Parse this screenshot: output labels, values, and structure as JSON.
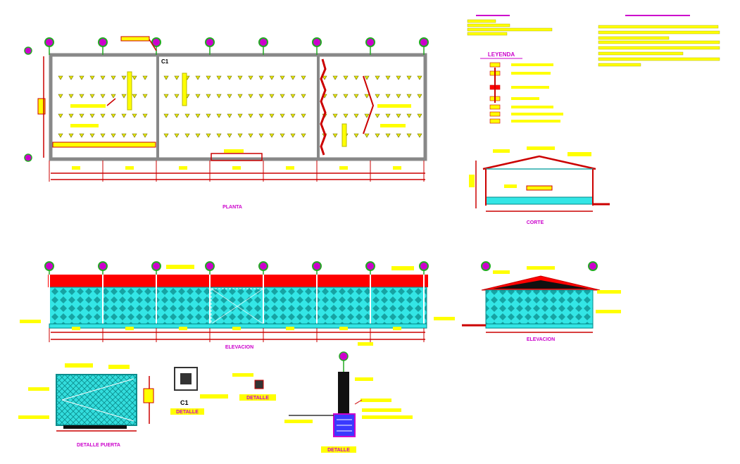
{
  "labels": {
    "plan_title": "PLANTA",
    "front_elev_title": "ELEVACION",
    "side_section_title": "CORTE",
    "side_elev_title": "ELEVACION",
    "door_detail_title": "DETALLE PUERTA",
    "col_title": "DETALLE",
    "col_code": "C1",
    "plan_tag": "C1",
    "col2_title": "DETALLE",
    "footing_title": "DETALLE",
    "legend_title": "LEYENDA"
  },
  "colors": {
    "frame": "#888888",
    "tag_yellow": "#ffff00",
    "title_magenta": "#cc00cc",
    "roof_red": "#ff0000",
    "panel_cyan": "#33e6e6",
    "dim_red": "#cc0000",
    "axis_green": "#22aa22"
  }
}
